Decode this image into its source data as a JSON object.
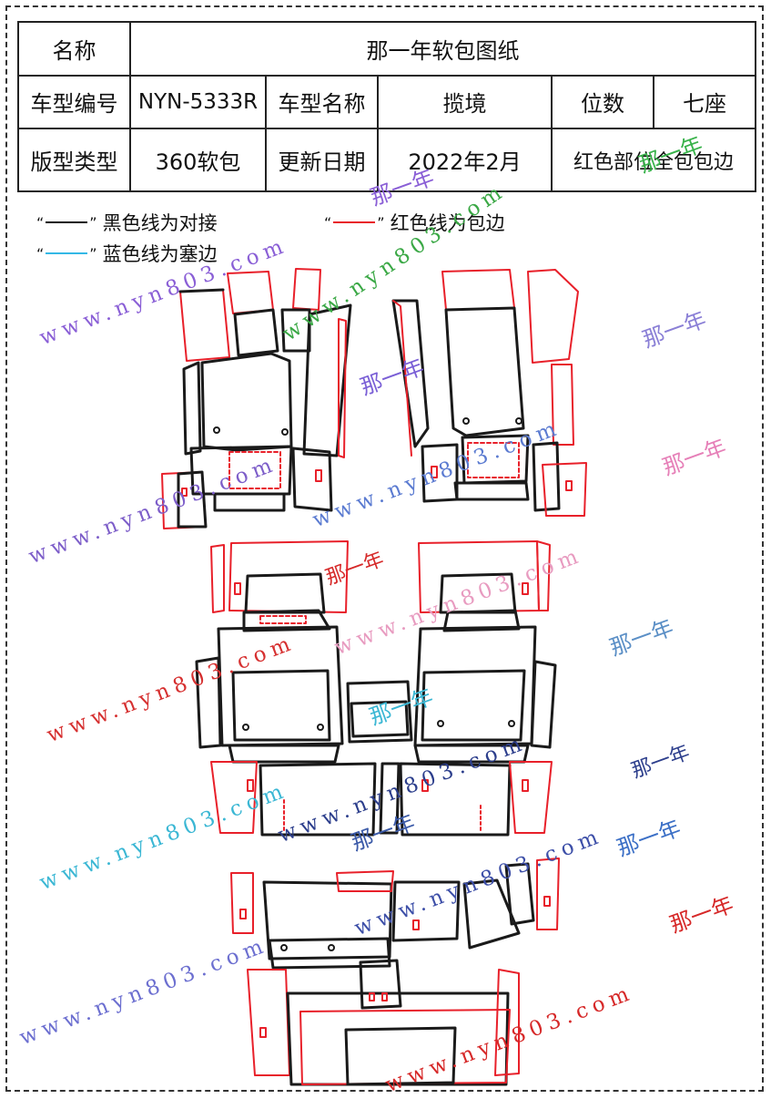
{
  "table": {
    "row1": {
      "name_label": "名称",
      "name_value": "那一年软包图纸"
    },
    "row2": {
      "model_no_label": "车型编号",
      "model_no_value": "NYN-5333R",
      "model_name_label": "车型名称",
      "model_name_value": "揽境",
      "seats_label": "位数",
      "seats_value": "七座"
    },
    "row3": {
      "type_label": "版型类型",
      "type_value": "360软包",
      "date_label": "更新日期",
      "date_value": "2022年2月",
      "note_value": "红色部位全包包边"
    }
  },
  "legend": {
    "black": {
      "open": "“",
      "close": "”",
      "text": "黑色线为对接",
      "color": "#111111"
    },
    "red": {
      "open": "“",
      "close": "”",
      "text": "红色线为包边",
      "color": "#e8202a"
    },
    "blue": {
      "open": "“",
      "close": "”",
      "text": "蓝色线为塞边",
      "color": "#33b8e6"
    }
  },
  "watermarks": {
    "site": "www.nyn803.com",
    "brand": "那一年"
  },
  "colors": {
    "outline": "#1a1a1a",
    "edge": "#e8202a",
    "tuck": "#33b8e6"
  }
}
